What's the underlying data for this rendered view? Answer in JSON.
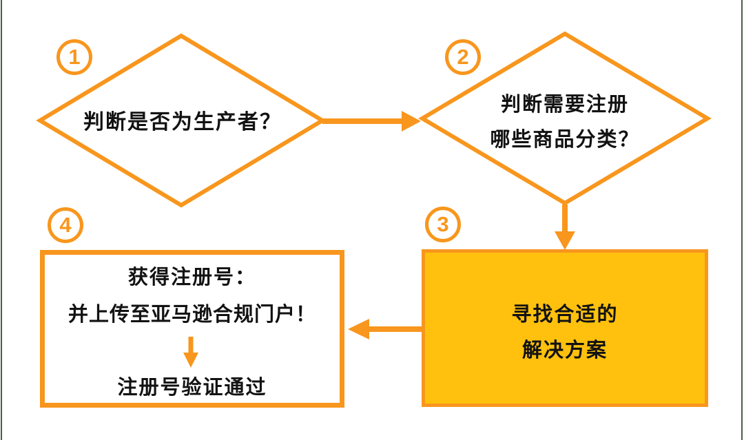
{
  "colors": {
    "orange": "#F8961D",
    "amber": "#FFC10E",
    "ink": "#121212",
    "edge": "#4A5A4A",
    "white": "#FFFFFF"
  },
  "steps": {
    "step1": {
      "number": "1",
      "label": "判断是否为生产者？"
    },
    "step2": {
      "number": "2",
      "lines": [
        "判断需要注册",
        "哪些商品分类？"
      ]
    },
    "step3": {
      "number": "3",
      "lines": [
        "寻找合适的",
        "解决方案"
      ]
    },
    "step4": {
      "number": "4",
      "lines": [
        "获得注册号：",
        "并上传至亚马逊合规门户！",
        "注册号验证通过"
      ]
    }
  }
}
